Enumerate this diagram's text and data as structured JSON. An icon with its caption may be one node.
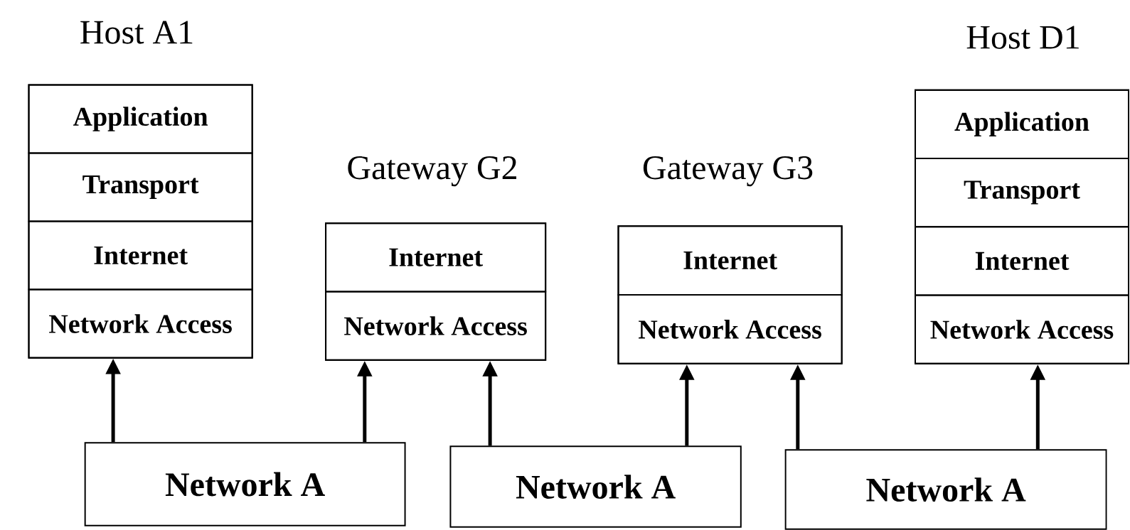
{
  "diagram": {
    "nodes": [
      {
        "text": [
          "Host A1"
        ]
      },
      {
        "text": [
          "Application"
        ],
        "in": 0
      },
      {
        "text": [
          "Transport"
        ],
        "in": 0
      },
      {
        "text": [
          "Internet"
        ],
        "in": 0
      },
      {
        "text": [
          "Network Access"
        ],
        "in": 0
      },
      {
        "text": [
          "Gateway G2"
        ]
      },
      {
        "text": [
          "Internet"
        ],
        "in": 5
      },
      {
        "text": [
          "Network Access"
        ],
        "in": 5
      },
      {
        "text": [
          "Gateway G3"
        ]
      },
      {
        "text": [
          "Internet"
        ],
        "in": 8
      },
      {
        "text": [
          "Network Access"
        ],
        "in": 8
      },
      {
        "text": [
          "Host D1"
        ]
      },
      {
        "text": [
          "Application"
        ],
        "in": 11
      },
      {
        "text": [
          "Transport"
        ],
        "in": 11
      },
      {
        "text": [
          "Internet"
        ],
        "in": 11
      },
      {
        "text": [
          "Network Access"
        ],
        "in": 11
      },
      {
        "text": [
          "Network A"
        ]
      },
      {
        "text": [
          "Network A"
        ]
      },
      {
        "text": [
          "Network A"
        ]
      }
    ],
    "edges": [
      {
        "from": 16,
        "to": 4,
        "arrow": "to"
      },
      {
        "from": 16,
        "to": 7,
        "arrow": "to"
      },
      {
        "from": 17,
        "to": 7,
        "arrow": "to"
      },
      {
        "from": 17,
        "to": 10,
        "arrow": "to"
      },
      {
        "from": 18,
        "to": 10,
        "arrow": "to"
      },
      {
        "from": 18,
        "to": 15,
        "arrow": "to"
      }
    ]
  }
}
